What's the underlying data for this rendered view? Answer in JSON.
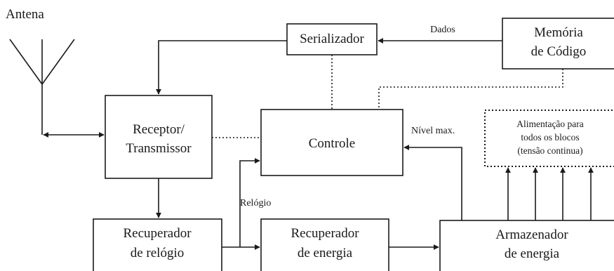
{
  "labels": {
    "antenna": "Antena",
    "serializer": "Serializador",
    "data": "Dados",
    "code_memory_line1": "Memória",
    "code_memory_line2": "de Código",
    "transceiver_line1": "Receptor/",
    "transceiver_line2": "Transmissor",
    "control": "Controle",
    "max_level": "Nível max.",
    "power_supply_line1": "Alimentação para",
    "power_supply_line2": "todos os blocos",
    "power_supply_line3": "(tensão continua)",
    "clock": "Relógio",
    "clock_recovery_line1": "Recuperador",
    "clock_recovery_line2": "de relógio",
    "energy_recovery_line1": "Recuperador",
    "energy_recovery_line2": "de energia",
    "energy_storage_line1": "Armazenador",
    "energy_storage_line2": "de energia"
  }
}
